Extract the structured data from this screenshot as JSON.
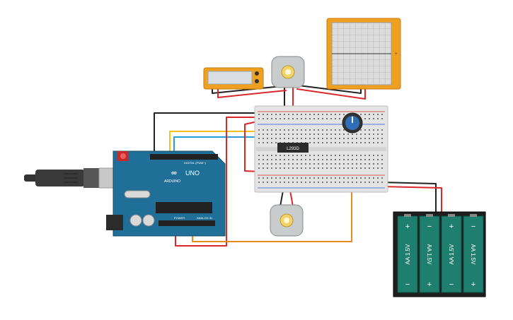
{
  "arduino": {
    "brand_text": "ARDUINO",
    "model_text": "UNO",
    "digital_label": "DIGITAL (PWM~)",
    "power_label": "POWER",
    "analog_label": "ANALOG IN",
    "board_color": "#1f6f98"
  },
  "driver_chip": {
    "label": "L293D"
  },
  "batteries": {
    "cells": [
      {
        "label": "AA 1.5V",
        "plus": "+",
        "minus": "−",
        "orientation": "up"
      },
      {
        "label": "AA 1.5V",
        "plus": "+",
        "minus": "−",
        "orientation": "down"
      },
      {
        "label": "AA 1.5V",
        "plus": "+",
        "minus": "−",
        "orientation": "up"
      },
      {
        "label": "AA 1.5V",
        "plus": "+",
        "minus": "−",
        "orientation": "down"
      }
    ],
    "cell_color": "#1f7f6f"
  },
  "colors": {
    "wire_red": "#d8282a",
    "wire_black": "#222222",
    "wire_yellow": "#f2c21a",
    "wire_blue": "#2a9fd6",
    "wire_orange": "#e98a1c",
    "device_frame": "#f0a020",
    "breadboard": "#e4e4e4"
  },
  "components": {
    "multimeter": "multimeter",
    "oscilloscope": "oscilloscope",
    "potentiometer": "potentiometer-knob",
    "motor_top": "dc-motor",
    "motor_bottom": "dc-motor",
    "usb": "usb-cable"
  }
}
